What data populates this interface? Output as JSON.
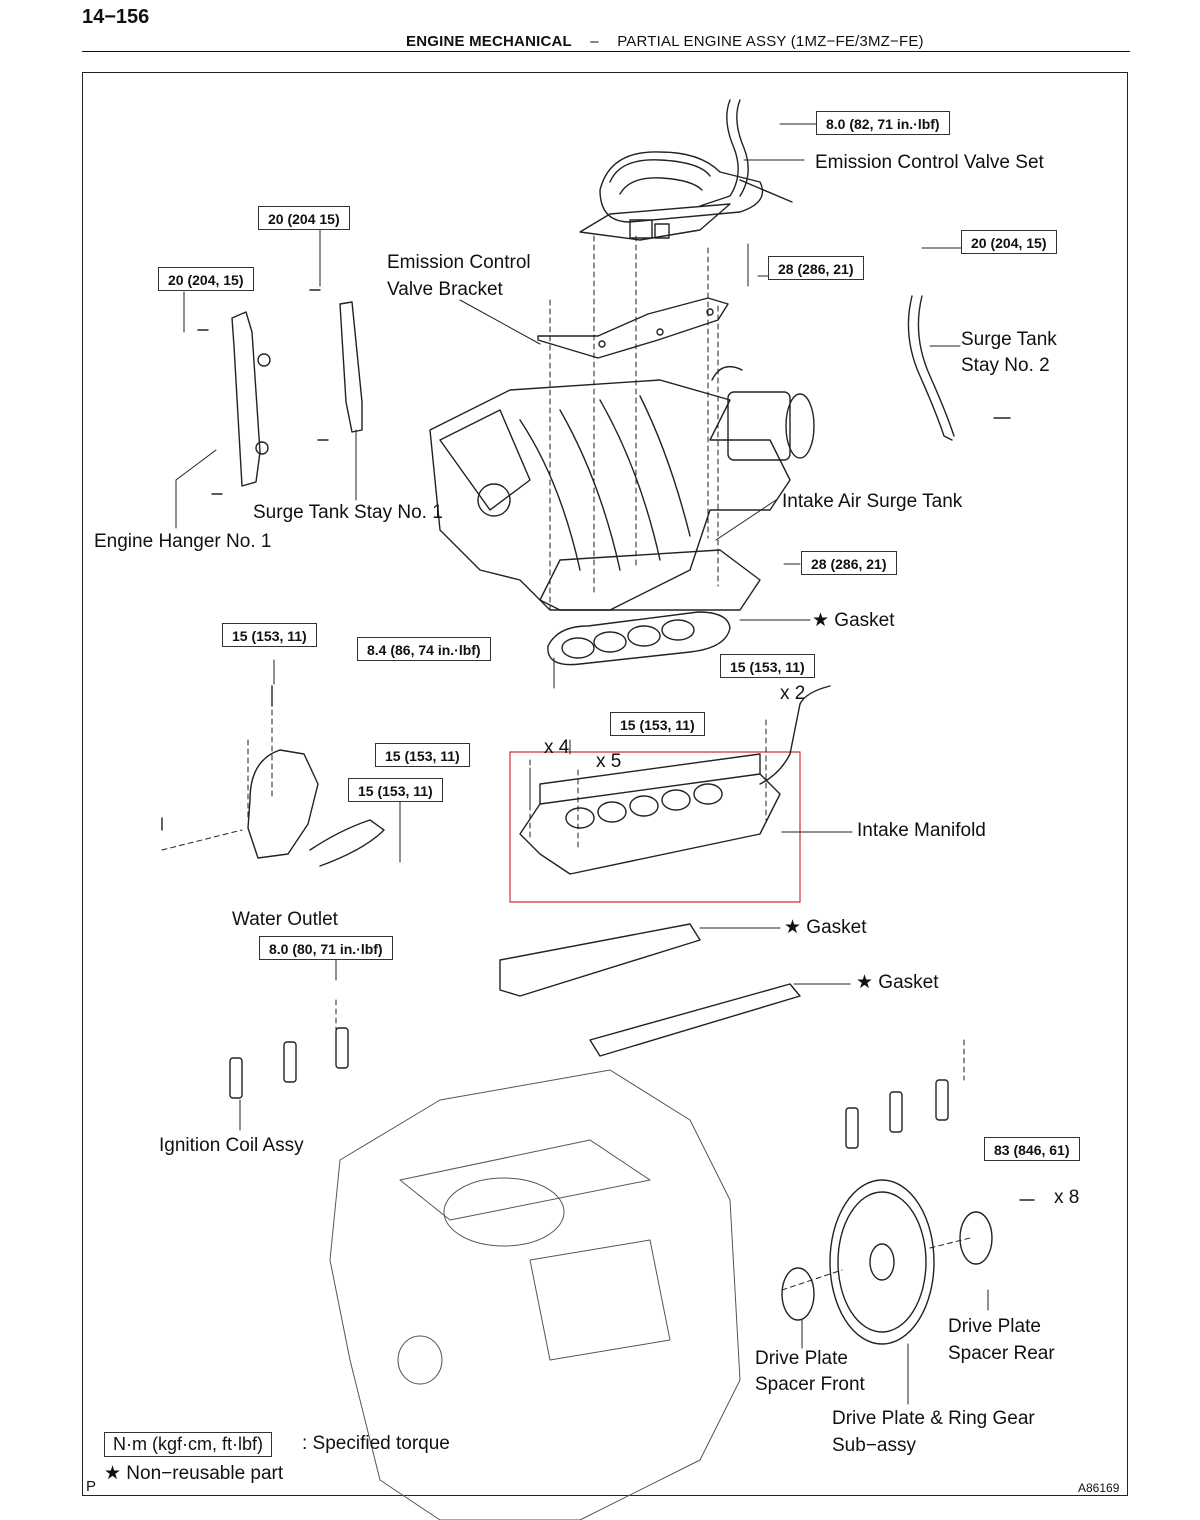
{
  "page": {
    "number": "14−156",
    "section": "ENGINE MECHANICAL",
    "separator": "–",
    "subtitle": "PARTIAL ENGINE ASSY (1MZ−FE/3MZ−FE)",
    "figure_id": "A86169",
    "corner_mark": "P"
  },
  "labels": {
    "emission_valve_set": "Emission Control Valve Set",
    "emission_bracket_1": "Emission Control",
    "emission_bracket_2": "Valve Bracket",
    "surge_stay2_1": "Surge Tank",
    "surge_stay2_2": "Stay No. 2",
    "surge_stay1": "Surge Tank Stay No. 1",
    "engine_hanger": "Engine Hanger No. 1",
    "intake_surge_tank": "Intake Air Surge Tank",
    "gasket_1": "★ Gasket",
    "gasket_2": "★ Gasket",
    "gasket_3": "★ Gasket",
    "intake_manifold": "Intake Manifold",
    "water_outlet": "Water Outlet",
    "ignition_coil": "Ignition Coil Assy",
    "spacer_rear_1": "Drive Plate",
    "spacer_rear_2": "Spacer Rear",
    "spacer_front_1": "Drive Plate",
    "spacer_front_2": "Spacer Front",
    "ring_gear_1": "Drive Plate & Ring Gear",
    "ring_gear_2": "Sub−assy"
  },
  "torques": {
    "t_emission": "8.0 (82, 71 in.·lbf)",
    "t_stay1": "20 (204 15)",
    "t_hanger": "20 (204, 15)",
    "t_stay2": "20 (204, 15)",
    "t_bracket": "28 (286, 21)",
    "t_surge": "28 (286, 21)",
    "t_water_top": "15 (153, 11)",
    "t_hose": "8.4 (86, 74 in.·lbf)",
    "t_manifold_right": "15 (153, 11)",
    "t_manifold_mid": "15 (153, 11)",
    "t_manifold_left": "15 (153, 11)",
    "t_water_side": "15 (153, 11)",
    "t_coil": "8.0 (80, 71 in.·lbf)",
    "t_drive": "83 (846, 61)"
  },
  "quantities": {
    "q_x2": "x 2",
    "q_x4": "x 4",
    "q_x5": "x 5",
    "q_x8": "x 8"
  },
  "legend": {
    "unit_box": "N·m (kgf·cm, ft·lbf)",
    "unit_text": ": Specified torque",
    "star_text": "★ Non−reusable part"
  },
  "colors": {
    "line": "#222222",
    "highlight": "#cc3333"
  }
}
